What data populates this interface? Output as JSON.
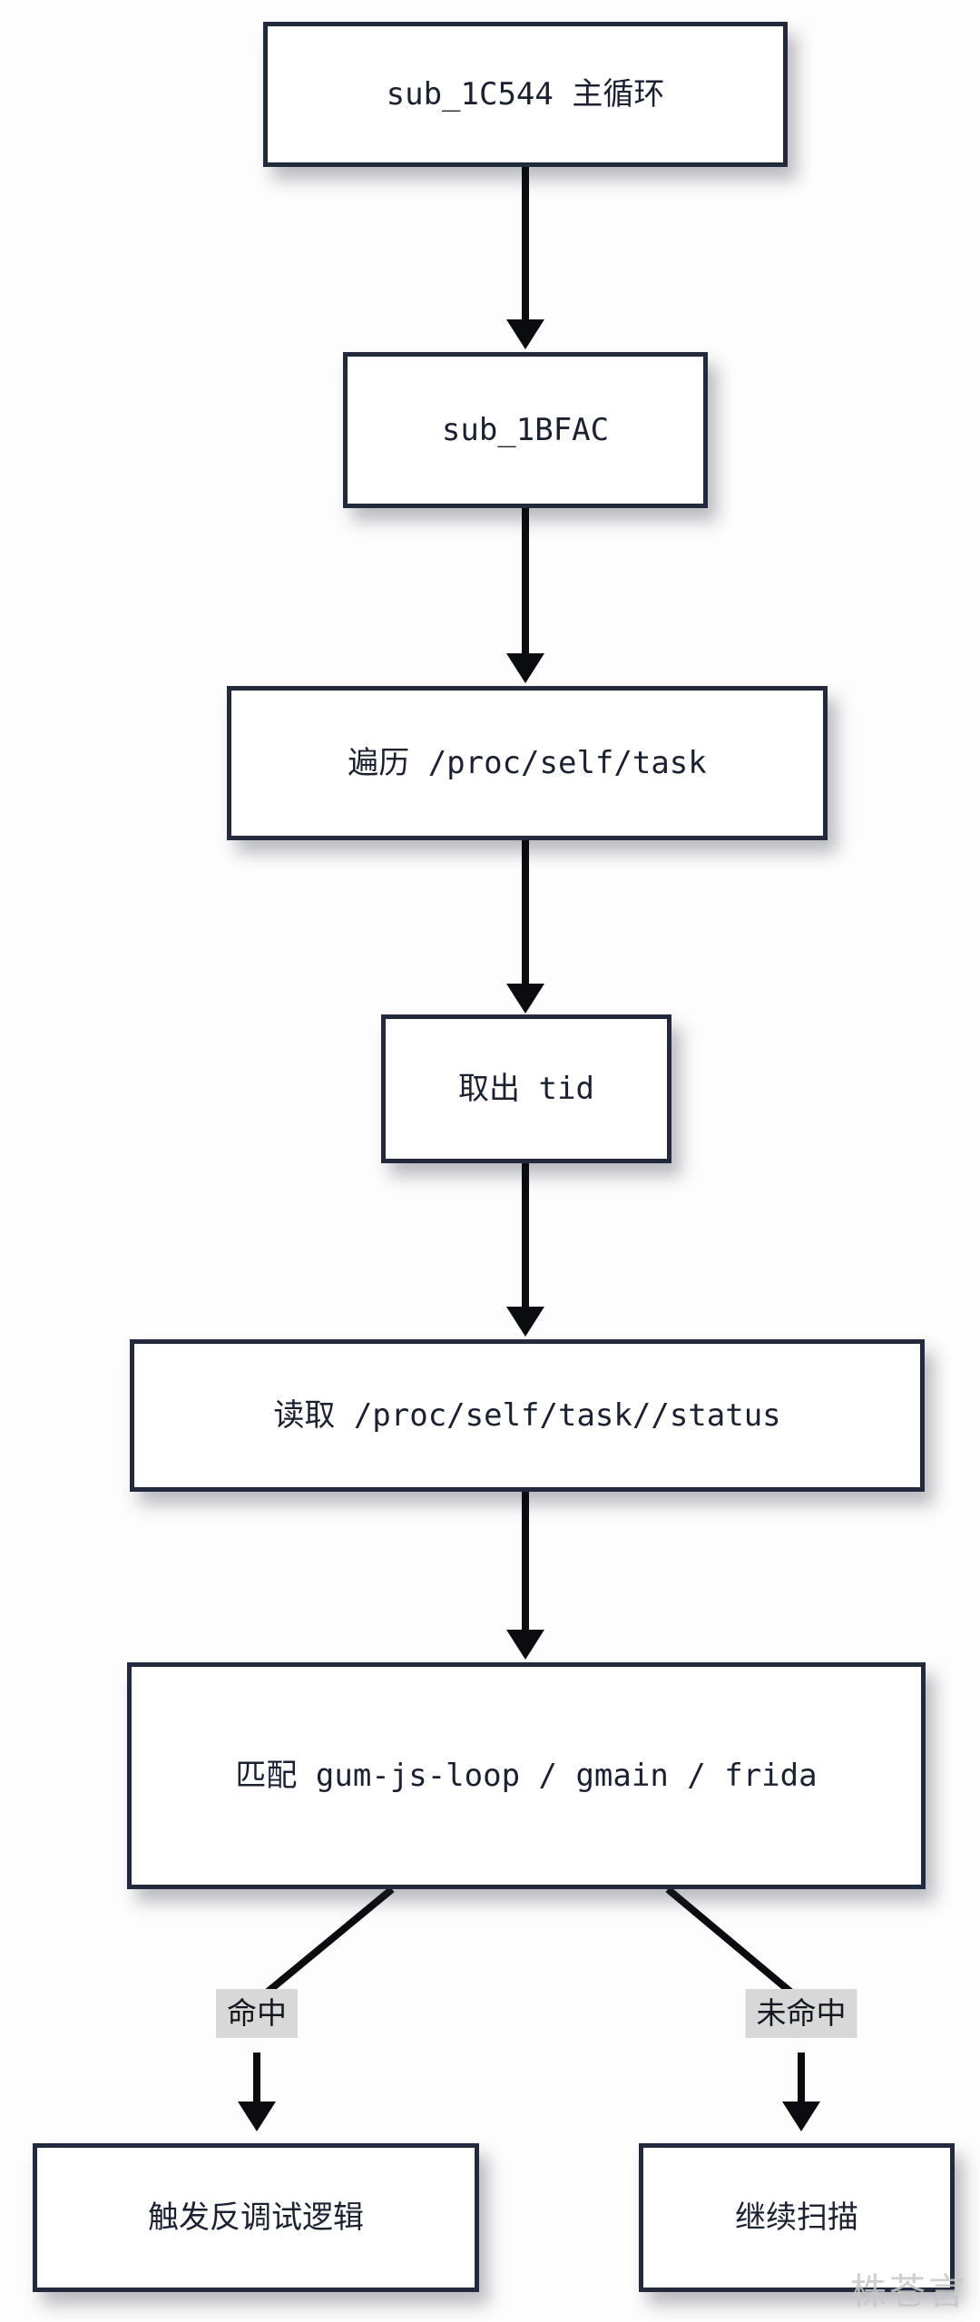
{
  "flowchart": {
    "nodes": {
      "main_loop": "sub_1C544 主循环",
      "sub_1bfac": "sub_1BFAC",
      "iterate_task": "遍历 /proc/self/task",
      "get_tid": "取出 tid",
      "read_status": "读取 /proc/self/task//status",
      "match_names": "匹配 gum-js-loop / gmain / frida",
      "trigger_antidebug": "触发反调试逻辑",
      "continue_scan": "继续扫描"
    },
    "branches": {
      "hit": "命中",
      "miss": "未命中"
    },
    "colors": {
      "border": "#232a3d",
      "arrow": "#0b0c10",
      "branch_label_bg": "#d8d8d8",
      "background": "#fdfdfd"
    },
    "watermark": "株苍言"
  }
}
